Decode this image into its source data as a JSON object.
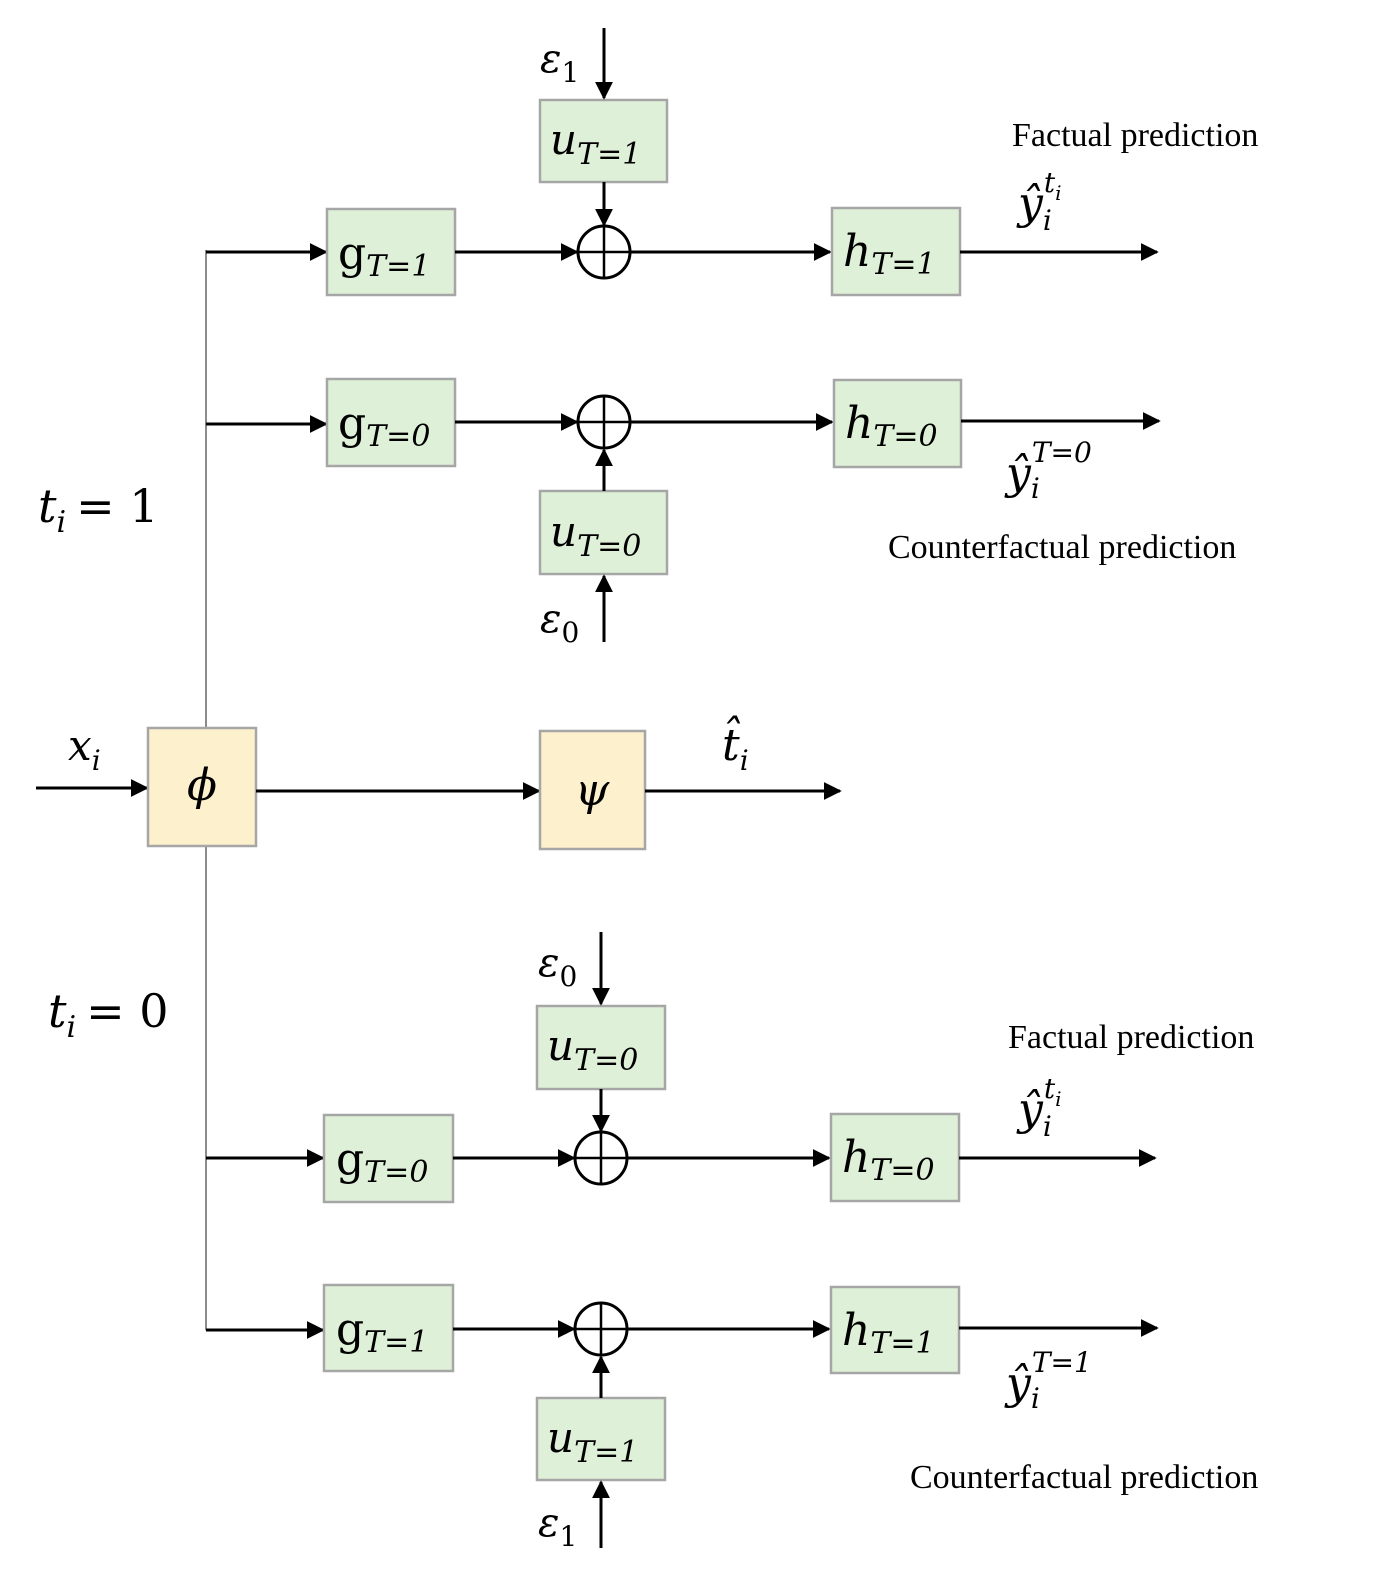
{
  "inputs": {
    "x": "x",
    "x_sub": "i"
  },
  "nodes": {
    "phi": "ϕ",
    "psi": "ψ",
    "g": "g",
    "h": "h",
    "u": "u",
    "sub_t1": "T=1",
    "sub_t0": "T=0"
  },
  "noise": {
    "eps": "ε",
    "one": "1",
    "zero": "0"
  },
  "branches": {
    "t1": {
      "lhs": "t",
      "sub": "i",
      "rhs": "= 1"
    },
    "t0": {
      "lhs": "t",
      "sub": "i",
      "rhs": "= 0"
    }
  },
  "outputs": {
    "t_hat": "t̂",
    "t_hat_sub": "i",
    "y_hat": "ŷ",
    "y_sub": "i",
    "sup_ti": "t",
    "sup_ti_sub": "i",
    "sup_t0": "T=0",
    "sup_t1": "T=1",
    "factual": "Factual prediction",
    "counterfactual": "Counterfactual prediction"
  }
}
